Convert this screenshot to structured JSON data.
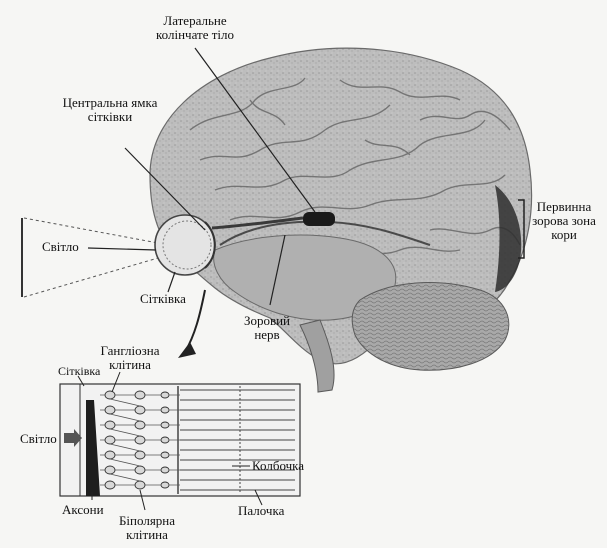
{
  "labels": {
    "lateral_geniculate_line1": "Латеральне",
    "lateral_geniculate_line2": "колінчате тіло",
    "fovea_line1": "Центральна ямка",
    "fovea_line2": "сітківки",
    "light_top": "Світло",
    "retina_top": "Сітківка",
    "optic_nerve_line1": "Зоровий",
    "optic_nerve_line2": "нерв",
    "primary_visual_cortex_line1": "Первинна",
    "primary_visual_cortex_line2": "зорова зона",
    "primary_visual_cortex_line3": "кори",
    "retina_bottom": "Сітківка",
    "ganglion_cell_line1": "Гангліозна",
    "ganglion_cell_line2": "клітина",
    "light_bottom": "Світло",
    "cone": "Колбочка",
    "axons": "Аксони",
    "rod": "Палочка",
    "bipolar_cell_line1": "Біполярна",
    "bipolar_cell_line2": "клітина"
  }
}
